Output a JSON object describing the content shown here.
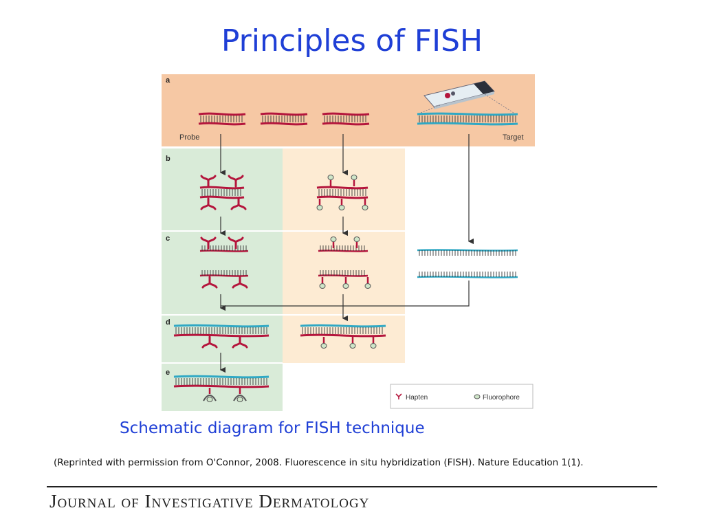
{
  "slide": {
    "title": "Principles of FISH",
    "caption": "Schematic diagram for FISH technique",
    "reference": "(Reprinted with permission from O'Connor, 2008. Fluorescence in situ hybridization (FISH). Nature Education 1(1).",
    "journal_logo": "Journal of Investigative Dermatology"
  },
  "diagram": {
    "panel_labels": [
      "a",
      "b",
      "c",
      "d",
      "e"
    ],
    "probe_label": "Probe",
    "target_label": "Target",
    "legend": {
      "hapten_label": "Hapten",
      "fluorophore_label": "Fluorophore",
      "hapten_icon": "hapten-y-icon",
      "fluorophore_icon": "fluorophore-circle-icon"
    },
    "colors": {
      "panel_a_bg": "#f6c8a4",
      "hapten_column_bg": "#d9ebd8",
      "fluor_column_bg": "#fdebd3",
      "probe_strand": "#b4153c",
      "target_strand": "#2fa8c4",
      "fluorophore_fill": "#cfe6c9",
      "arrow": "#333333",
      "title_blue": "#1f3fd6"
    }
  }
}
